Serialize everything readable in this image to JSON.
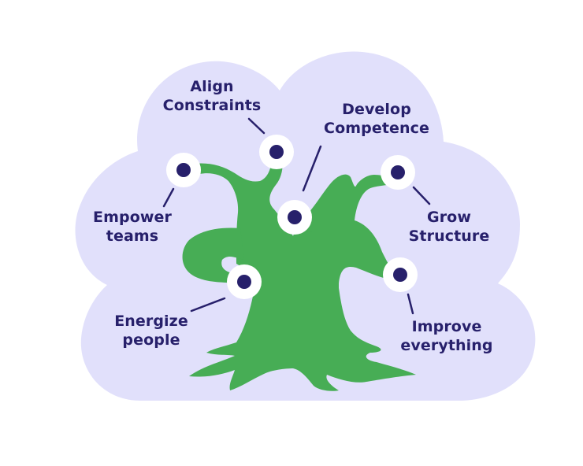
{
  "title": "Tree of organizational capabilities",
  "colors": {
    "background": "#ffffff",
    "cloud": "#e1e0fb",
    "tree": "#47ad55",
    "eye_white": "#ffffff",
    "pupil": "#27206b",
    "label_text": "#27206b",
    "leader_line": "#27206b"
  },
  "nodes": [
    {
      "id": "align-constraints",
      "lines": [
        "Align",
        "Constraints"
      ]
    },
    {
      "id": "develop-competence",
      "lines": [
        "Develop",
        "Competence"
      ]
    },
    {
      "id": "empower-teams",
      "lines": [
        "Empower",
        "teams"
      ]
    },
    {
      "id": "grow-structure",
      "lines": [
        "Grow",
        "Structure"
      ]
    },
    {
      "id": "energize-people",
      "lines": [
        "Energize",
        "people"
      ]
    },
    {
      "id": "improve-everything",
      "lines": [
        "Improve",
        "everything"
      ]
    }
  ]
}
